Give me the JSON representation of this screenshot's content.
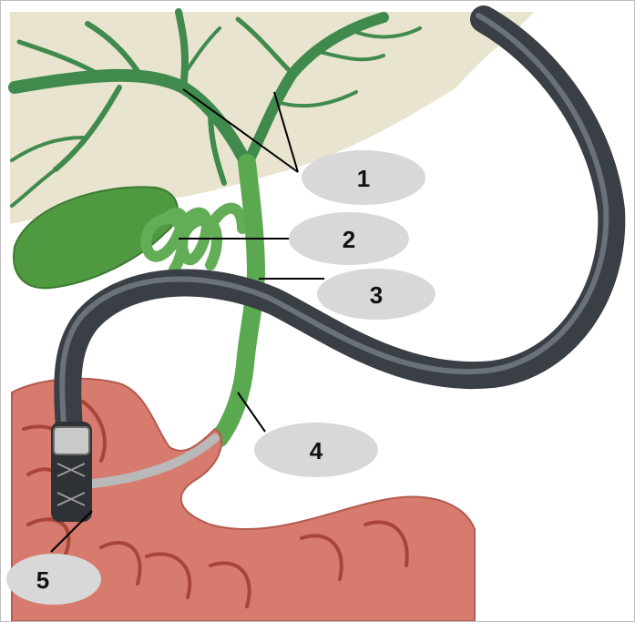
{
  "colors": {
    "liver": "#e9e4d0",
    "bile_duct": "#4f9a5a",
    "gallbladder": "#4f9a40",
    "scope": "#4a4f56",
    "duodenum": "#d67b6d",
    "callout_bubble": "#d8d8d8",
    "leader_line": "#000000"
  },
  "callouts": [
    {
      "label": "1"
    },
    {
      "label": "2"
    },
    {
      "label": "3"
    },
    {
      "label": "4"
    },
    {
      "label": "5"
    }
  ]
}
